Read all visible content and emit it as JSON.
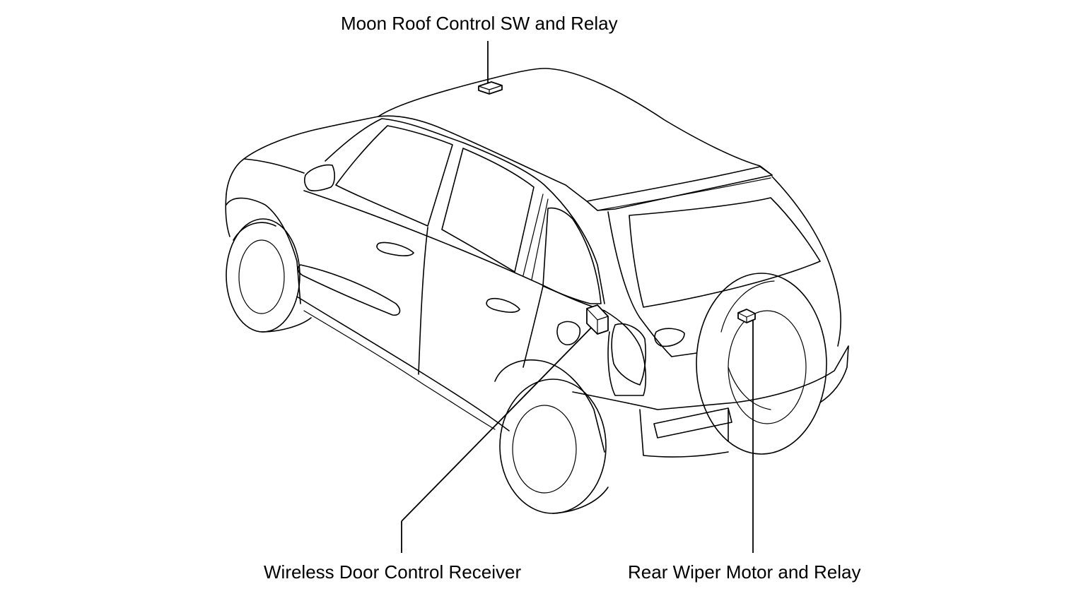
{
  "diagram": {
    "labels": {
      "moon_roof": "Moon Roof Control SW and Relay",
      "wireless_door": "Wireless Door Control Receiver",
      "rear_wiper": "Rear Wiper Motor and Relay"
    }
  }
}
